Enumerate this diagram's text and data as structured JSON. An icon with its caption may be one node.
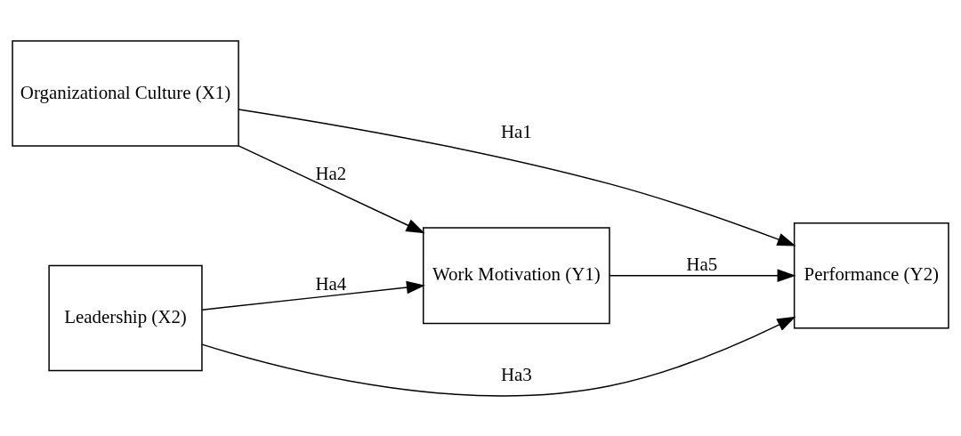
{
  "diagram": {
    "nodes": [
      {
        "text": [
          "Organizational Culture (X1)"
        ]
      },
      {
        "text": [
          "Work Motivation (Y1)"
        ]
      },
      {
        "text": [
          "Performance (Y2)"
        ]
      },
      {
        "text": [
          "Leadership (X2)"
        ]
      }
    ],
    "edges": [
      {
        "from": 0,
        "to": 2,
        "arrow": "to",
        "label": "Ha1"
      },
      {
        "from": 0,
        "to": 1,
        "arrow": "to",
        "label": "Ha2"
      },
      {
        "from": 3,
        "to": 2,
        "arrow": "to",
        "label": "Ha3"
      },
      {
        "from": 3,
        "to": 1,
        "arrow": "to",
        "label": "Ha4"
      },
      {
        "from": 1,
        "to": 2,
        "arrow": "to",
        "label": "Ha5"
      }
    ]
  }
}
